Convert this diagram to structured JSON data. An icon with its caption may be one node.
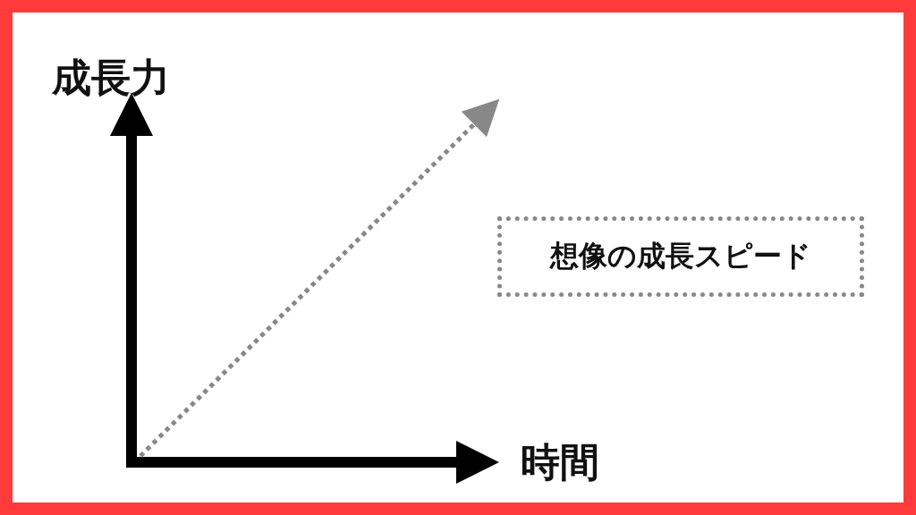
{
  "diagram": {
    "nodes": [
      {
        "text": [
          "想像の成長スピード"
        ]
      }
    ],
    "labels": [
      "成長力",
      "時間"
    ]
  }
}
